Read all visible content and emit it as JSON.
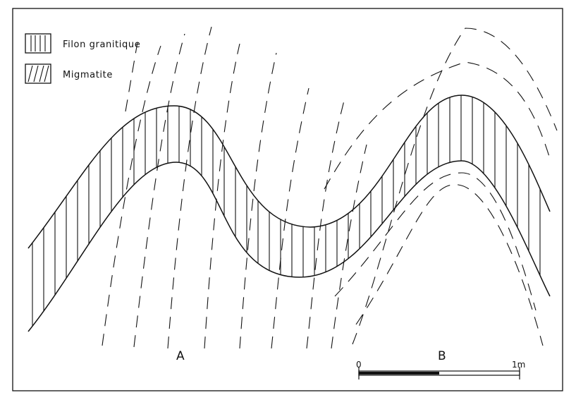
{
  "legend": {
    "items": [
      {
        "pattern": "vertical-hatch",
        "label": "Filon granitique"
      },
      {
        "pattern": "diagonal-hatch",
        "label": "Migmatite"
      }
    ]
  },
  "labels": {
    "a": "A",
    "b": "B"
  },
  "scale_bar": {
    "start_label": "0",
    "end_label": "1m"
  },
  "colors": {
    "line": "#111111",
    "background": "#ffffff"
  }
}
